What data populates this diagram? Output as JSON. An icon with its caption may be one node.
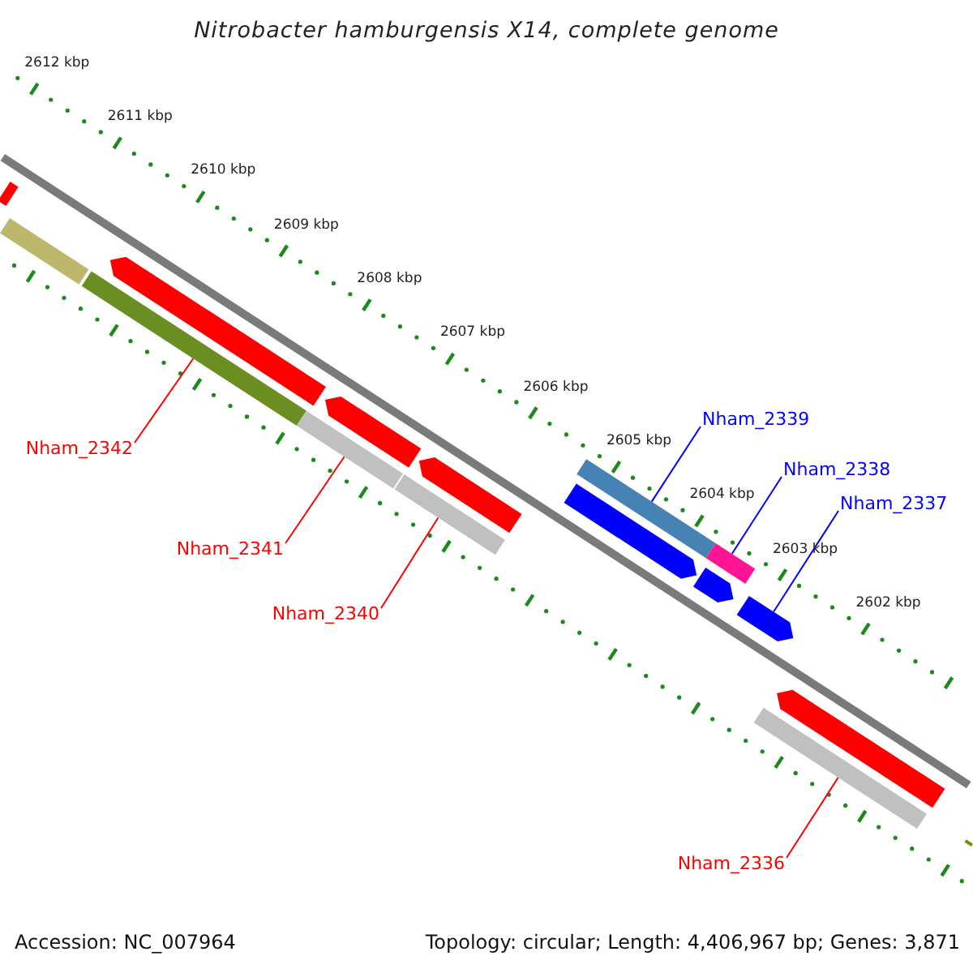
{
  "diagram": {
    "title": "Nitrobacter hamburgensis X14, complete genome",
    "nodes": [
      {
        "text": [
          "Nham_2339"
        ]
      },
      {
        "text": [],
        "shape": "bar"
      },
      {
        "text": [
          "Nham_2342"
        ]
      },
      {
        "text": [],
        "shape": "bar"
      },
      {
        "text": [
          "Nham_2338"
        ]
      },
      {
        "text": [],
        "shape": "bar"
      },
      {
        "text": [
          "Nham_2337"
        ]
      },
      {
        "text": [],
        "shape": "bar"
      },
      {
        "text": [
          "Nham_2341"
        ]
      },
      {
        "text": [],
        "shape": "bar"
      },
      {
        "text": [
          "Nham_2340"
        ]
      },
      {
        "text": [],
        "shape": "bar"
      },
      {
        "text": [
          "Nham_2336"
        ]
      },
      {
        "text": [],
        "shape": "bar"
      }
    ],
    "edges": [
      {
        "from": 0,
        "to": 1,
        "arrow": "none",
        "color": "#0000ff"
      },
      {
        "from": 2,
        "to": 3,
        "arrow": "none"
      },
      {
        "from": 4,
        "to": 5,
        "arrow": "none",
        "color": "#0000ff"
      },
      {
        "from": 6,
        "to": 7,
        "arrow": "none",
        "color": "#0000ff"
      },
      {
        "from": 8,
        "to": 9,
        "arrow": "none"
      },
      {
        "from": 10,
        "to": 11,
        "arrow": "none"
      },
      {
        "from": 12,
        "to": 13,
        "arrow": "none"
      }
    ],
    "labels": [
      "2612 kbp",
      "2611 kbp",
      "2610 kbp",
      "2609 kbp",
      "2608 kbp",
      "2607 kbp",
      "2606 kbp",
      "2605 kbp",
      "2604 kbp",
      "2603 kbp",
      "2602 kbp",
      "Accession: NC_007964",
      "Topology: circular; Length: 4,406,967 bp; Genes: 3,871"
    ]
  }
}
